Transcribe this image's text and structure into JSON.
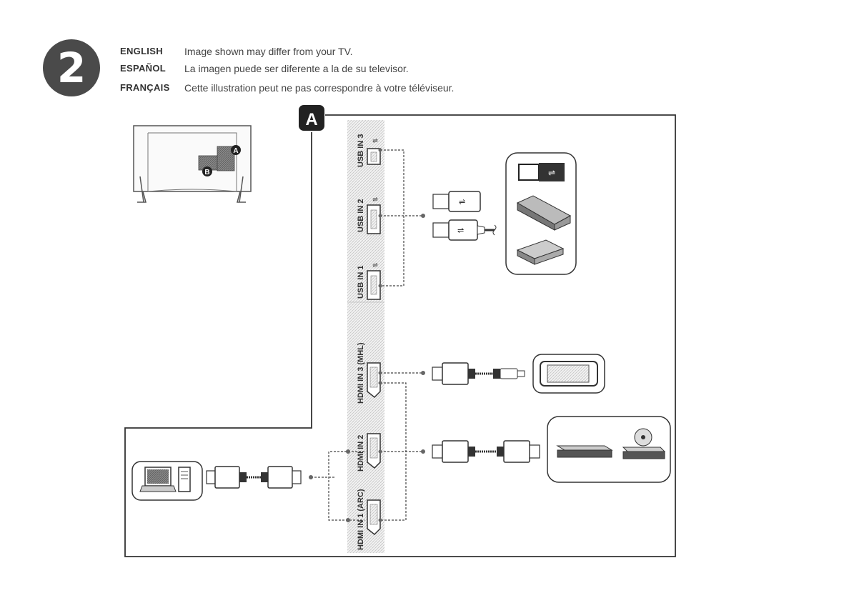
{
  "step": {
    "number": "2"
  },
  "notes": [
    {
      "lang": "ENGLISH",
      "text": "Image shown may differ from your TV."
    },
    {
      "lang": "ESPAÑOL",
      "text": "La imagen puede ser diferente a la de su televisor."
    },
    {
      "lang": "FRANÇAIS",
      "text": "Cette illustration peut ne pas correspondre à votre téléviseur."
    }
  ],
  "callouts": {
    "big": "A",
    "small_a": "A",
    "small_b": "B"
  },
  "ports": {
    "usb3": "USB IN 3",
    "usb2": "USB IN 2",
    "usb1": "USB IN 1",
    "hdmi3": "HDMI IN 3 (MHL)",
    "hdmi2": "HDMI IN 2",
    "hdmi1": "HDMI IN 1 (ARC)"
  },
  "icons": [
    "usb-port-icon",
    "hdmi-port-icon",
    "usb-stick-icon",
    "usb-hub-icon",
    "hard-drive-icon",
    "smartphone-icon",
    "blu-ray-player-icon",
    "dvd-player-icon",
    "laptop-icon",
    "desktop-pc-icon",
    "tv-back-icon"
  ]
}
